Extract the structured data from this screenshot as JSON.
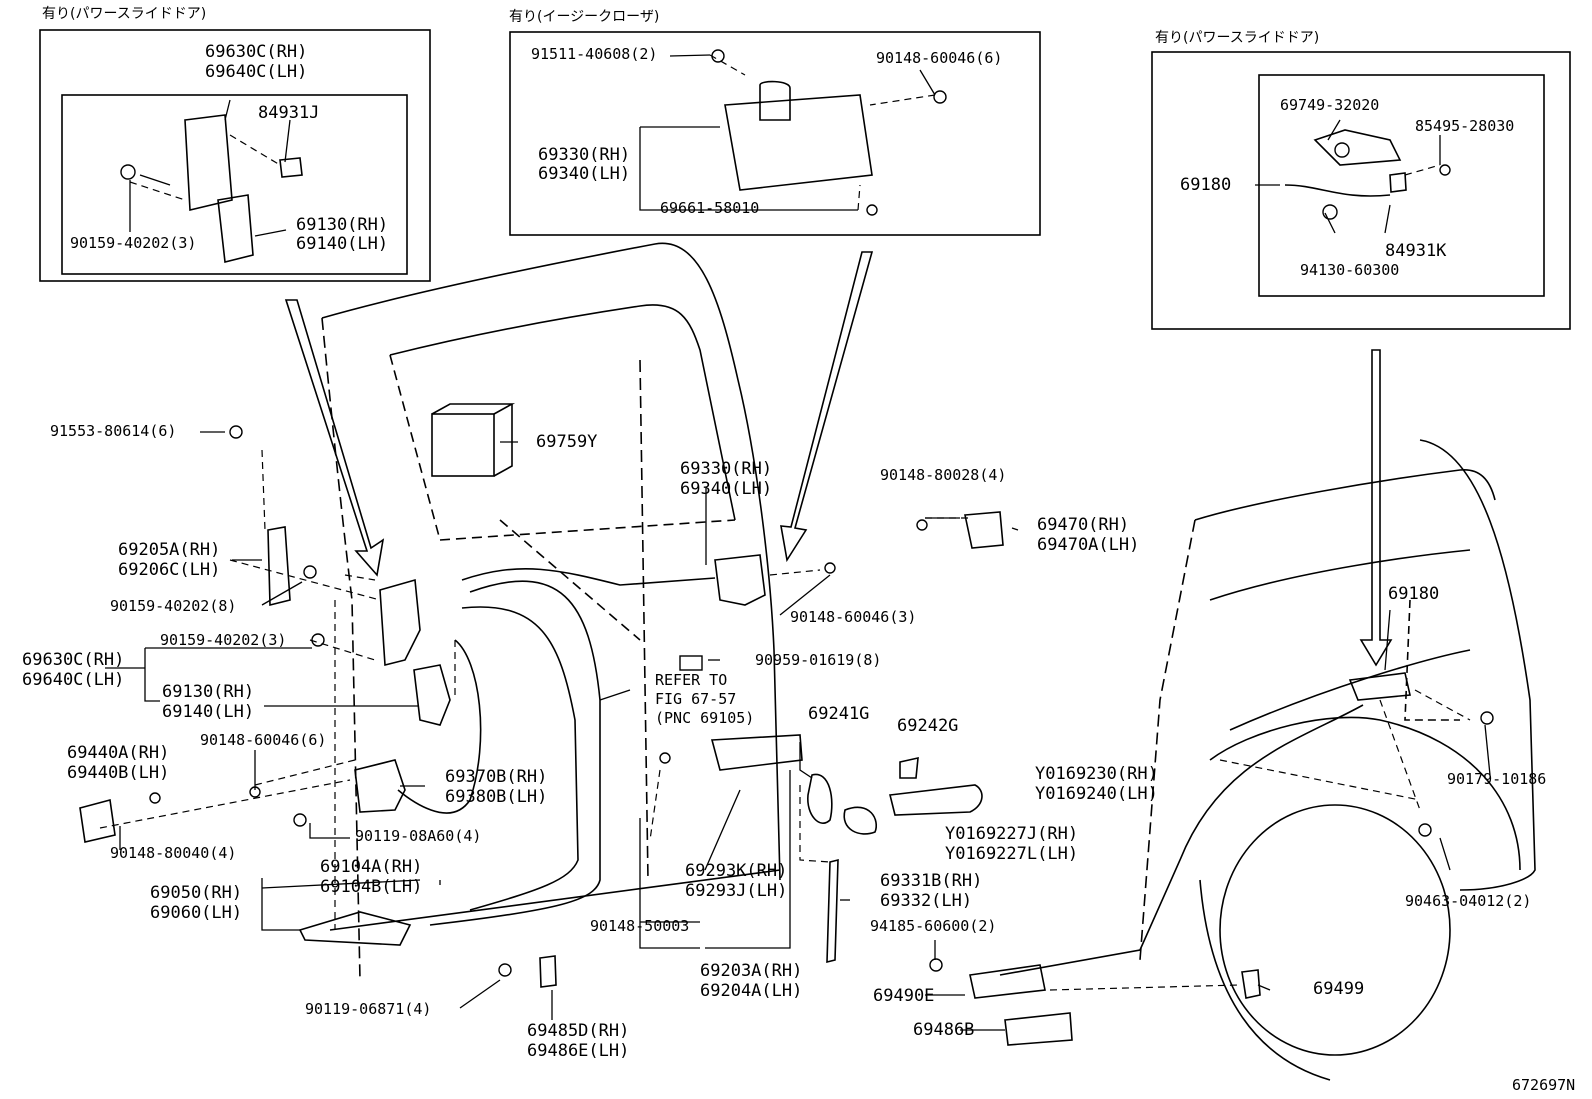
{
  "headers": {
    "top_left": "有り(パワースライドドア)",
    "top_mid": "有り(イージークローザ)",
    "top_right": "有り(パワースライドドア)"
  },
  "parts": {
    "box1_69630C_RH": "69630C(RH)",
    "box1_69640C_LH": "69640C(LH)",
    "box1_84931J": "84931J",
    "box1_90159": "90159-40202(3)",
    "box1_69130_RH": "69130(RH)",
    "box1_69140_LH": "69140(LH)",
    "box2_91511": "91511-40608(2)",
    "box2_90148": "90148-60046(6)",
    "box2_69330_RH": "69330(RH)",
    "box2_69340_LH": "69340(LH)",
    "box2_69661": "69661-58010",
    "box3_69749": "69749-32020",
    "box3_85495": "85495-28030",
    "box3_69180": "69180",
    "box3_84931K": "84931K",
    "box3_94130": "94130-60300",
    "p91553": "91553-80614(6)",
    "p69759Y": "69759Y",
    "p69330_RH": "69330(RH)",
    "p69340_LH": "69340(LH)",
    "p69205A_RH": "69205A(RH)",
    "p69206C_LH": "69206C(LH)",
    "p90159_8": "90159-40202(8)",
    "p90159_3": "90159-40202(3)",
    "p69630C_RH": "69630C(RH)",
    "p69640C_LH": "69640C(LH)",
    "p69130_RH": "69130(RH)",
    "p69140_LH": "69140(LH)",
    "p90148_60046_6": "90148-60046(6)",
    "p69440A_RH": "69440A(RH)",
    "p69440B_LH": "69440B(LH)",
    "p90148_80040": "90148-80040(4)",
    "p69370B_RH": "69370B(RH)",
    "p69380B_LH": "69380B(LH)",
    "p90119_08A60": "90119-08A60(4)",
    "p69104A_RH": "69104A(RH)",
    "p69104B_LH": "69104B(LH)",
    "p69050_RH": "69050(RH)",
    "p69060_LH": "69060(LH)",
    "p90148_50003": "90148-50003",
    "p90119_06871": "90119-06871(4)",
    "p69485D_RH": "69485D(RH)",
    "p69486E_LH": "69486E(LH)",
    "p90148_80028": "90148-80028(4)",
    "p69470_RH": "69470(RH)",
    "p69470A_LH": "69470A(LH)",
    "p90148_60046_3": "90148-60046(3)",
    "p90959": "90959-01619(8)",
    "refer1": "REFER TO",
    "refer2": "FIG 67-57",
    "refer3": "(PNC 69105)",
    "p69241G": "69241G",
    "p69242G": "69242G",
    "pY0169230_RH": "Y0169230(RH)",
    "pY0169240_LH": "Y0169240(LH)",
    "pY0169227J_RH": "Y0169227J(RH)",
    "pY0169227L_LH": "Y0169227L(LH)",
    "p69293K_RH": "69293K(RH)",
    "p69293J_LH": "69293J(LH)",
    "p69331B_RH": "69331B(RH)",
    "p69332_LH": "69332(LH)",
    "p94185": "94185-60600(2)",
    "p69203A_RH": "69203A(RH)",
    "p69204A_LH": "69204A(LH)",
    "p69490E": "69490E",
    "p69486B": "69486B",
    "p69499": "69499",
    "p69180": "69180",
    "p90179": "90179-10186",
    "p90463": "90463-04012(2)",
    "figure_id": "672697N"
  }
}
